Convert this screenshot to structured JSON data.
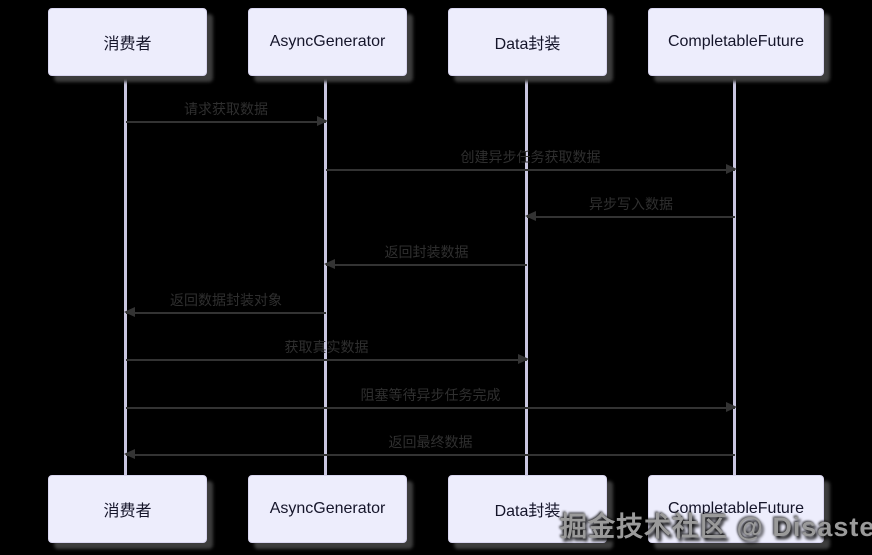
{
  "diagram": {
    "type": "sequence",
    "background": "#000000",
    "actors": [
      {
        "name": "消费者"
      },
      {
        "name": "AsyncGenerator"
      },
      {
        "name": "Data封装"
      },
      {
        "name": "CompletableFuture"
      }
    ],
    "messages": [
      {
        "from": "消费者",
        "to": "AsyncGenerator",
        "direction": "right",
        "label": "请求获取数据"
      },
      {
        "from": "AsyncGenerator",
        "to": "CompletableFuture",
        "direction": "right",
        "label": "创建异步任务获取数据"
      },
      {
        "from": "CompletableFuture",
        "to": "Data封装",
        "direction": "left",
        "label": "异步写入数据"
      },
      {
        "from": "Data封装",
        "to": "AsyncGenerator",
        "direction": "left",
        "label": "返回封装数据"
      },
      {
        "from": "AsyncGenerator",
        "to": "消费者",
        "direction": "left",
        "label": "返回数据封装对象"
      },
      {
        "from": "消费者",
        "to": "Data封装",
        "direction": "right",
        "label": "获取真实数据"
      },
      {
        "from": "消费者",
        "to": "CompletableFuture",
        "direction": "right",
        "label": "阻塞等待异步任务完成"
      },
      {
        "from": "CompletableFuture",
        "to": "消费者",
        "direction": "left",
        "label": "返回最终数据"
      }
    ],
    "colors": {
      "actor_fill": "#EDEDFC",
      "actor_border": "#D8D5EF",
      "lifeline": "#C9C6E0",
      "arrow": "#333333",
      "message_text": "#2F2F2F",
      "shadow": "#3D3D3D"
    }
  },
  "watermark": {
    "text": "掘金技术社区 @ Disaster",
    "color": "#9A9A9A"
  }
}
